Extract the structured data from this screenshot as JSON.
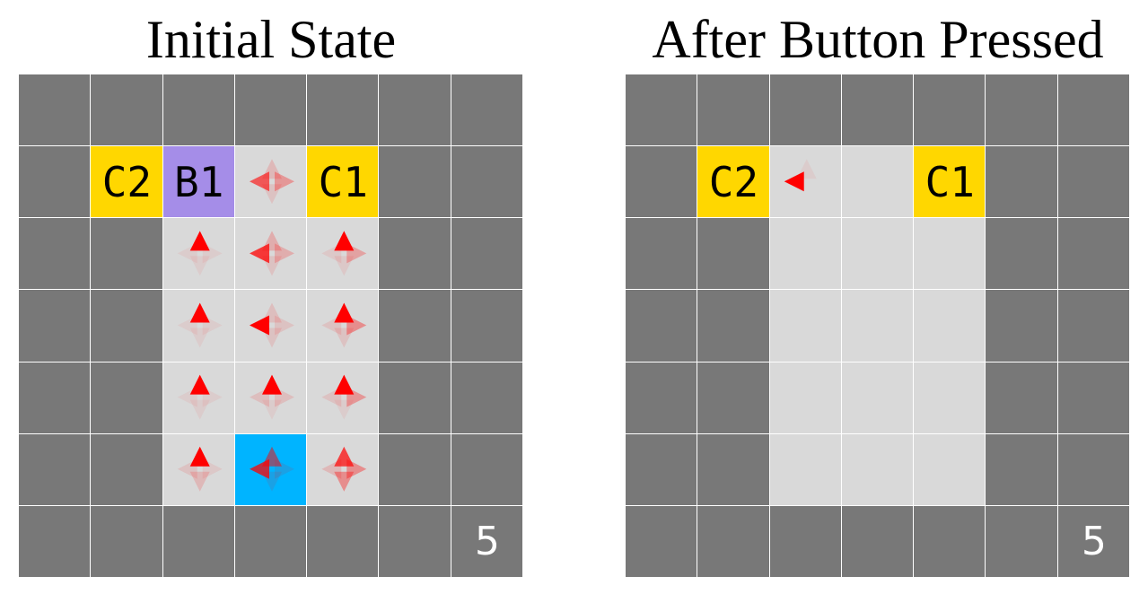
{
  "colors": {
    "wall": "#787878",
    "floor": "#d9d9d9",
    "gridline": "#ffffff",
    "cargo": "#ffd700",
    "button": "#a58de8",
    "agent": "#00b4ff",
    "arrow_strong": "#ff0000",
    "arrow_faint": "#f4a0a0",
    "counter_text": "#ffffff"
  },
  "panels": [
    {
      "title": "Initial State",
      "rows": 7,
      "cols": 7,
      "grid": [
        [
          "W",
          "W",
          "W",
          "W",
          "W",
          "W",
          "W"
        ],
        [
          "W",
          "C",
          "B",
          "F",
          "C",
          "W",
          "W"
        ],
        [
          "W",
          "W",
          "F",
          "F",
          "F",
          "W",
          "W"
        ],
        [
          "W",
          "W",
          "F",
          "F",
          "F",
          "W",
          "W"
        ],
        [
          "W",
          "W",
          "F",
          "F",
          "F",
          "W",
          "W"
        ],
        [
          "W",
          "W",
          "F",
          "A",
          "F",
          "W",
          "W"
        ],
        [
          "W",
          "W",
          "W",
          "W",
          "W",
          "W",
          "W"
        ]
      ],
      "labels": [
        {
          "row": 1,
          "col": 1,
          "text": "C2"
        },
        {
          "row": 1,
          "col": 2,
          "text": "B1"
        },
        {
          "row": 1,
          "col": 4,
          "text": "C1"
        }
      ],
      "counter": "5",
      "arrows": [
        {
          "row": 1,
          "col": 3,
          "dirs": {
            "left": 0.6,
            "right": 0.3,
            "up": 0.15,
            "down": 0.1
          }
        },
        {
          "row": 2,
          "col": 2,
          "dirs": {
            "up": 1.0,
            "left": 0.06,
            "right": 0.06,
            "down": 0.06
          }
        },
        {
          "row": 2,
          "col": 3,
          "dirs": {
            "left": 0.75,
            "up": 0.2,
            "right": 0.2,
            "down": 0.1
          }
        },
        {
          "row": 2,
          "col": 4,
          "dirs": {
            "up": 1.0,
            "right": 0.25,
            "left": 0.08,
            "down": 0.08
          }
        },
        {
          "row": 3,
          "col": 2,
          "dirs": {
            "up": 1.0,
            "left": 0.06,
            "right": 0.06,
            "down": 0.06
          }
        },
        {
          "row": 3,
          "col": 3,
          "dirs": {
            "left": 1.0,
            "up": 0.12,
            "right": 0.1,
            "down": 0.1
          }
        },
        {
          "row": 3,
          "col": 4,
          "dirs": {
            "up": 1.0,
            "right": 0.35,
            "left": 0.1,
            "down": 0.1
          }
        },
        {
          "row": 4,
          "col": 2,
          "dirs": {
            "up": 1.0,
            "left": 0.06,
            "right": 0.06,
            "down": 0.06
          }
        },
        {
          "row": 4,
          "col": 3,
          "dirs": {
            "up": 1.0,
            "left": 0.12,
            "right": 0.12,
            "down": 0.06
          }
        },
        {
          "row": 4,
          "col": 4,
          "dirs": {
            "up": 1.0,
            "right": 0.3,
            "left": 0.1,
            "down": 0.06
          }
        },
        {
          "row": 5,
          "col": 2,
          "dirs": {
            "up": 1.0,
            "left": 0.1,
            "right": 0.08,
            "down": 0.15
          }
        },
        {
          "row": 5,
          "col": 3,
          "dirs": {
            "left": 0.75,
            "up": 0.5,
            "right": 0.1,
            "down": 0.1
          }
        },
        {
          "row": 5,
          "col": 4,
          "dirs": {
            "up": 0.7,
            "right": 0.35,
            "down": 0.35,
            "left": 0.15
          }
        }
      ]
    },
    {
      "title": "After Button Pressed",
      "rows": 7,
      "cols": 7,
      "grid": [
        [
          "W",
          "W",
          "W",
          "W",
          "W",
          "W",
          "W"
        ],
        [
          "W",
          "C",
          "F",
          "F",
          "C",
          "W",
          "W"
        ],
        [
          "W",
          "W",
          "F",
          "F",
          "F",
          "W",
          "W"
        ],
        [
          "W",
          "W",
          "F",
          "F",
          "F",
          "W",
          "W"
        ],
        [
          "W",
          "W",
          "F",
          "F",
          "F",
          "W",
          "W"
        ],
        [
          "W",
          "W",
          "F",
          "F",
          "F",
          "W",
          "W"
        ],
        [
          "W",
          "W",
          "W",
          "W",
          "W",
          "W",
          "W"
        ]
      ],
      "labels": [
        {
          "row": 1,
          "col": 1,
          "text": "C2"
        },
        {
          "row": 1,
          "col": 4,
          "text": "C1"
        }
      ],
      "counter": "5",
      "arrows": [
        {
          "row": 1,
          "col": 2,
          "dirs": {
            "left": 1.0,
            "up": 0.06
          }
        }
      ]
    }
  ]
}
